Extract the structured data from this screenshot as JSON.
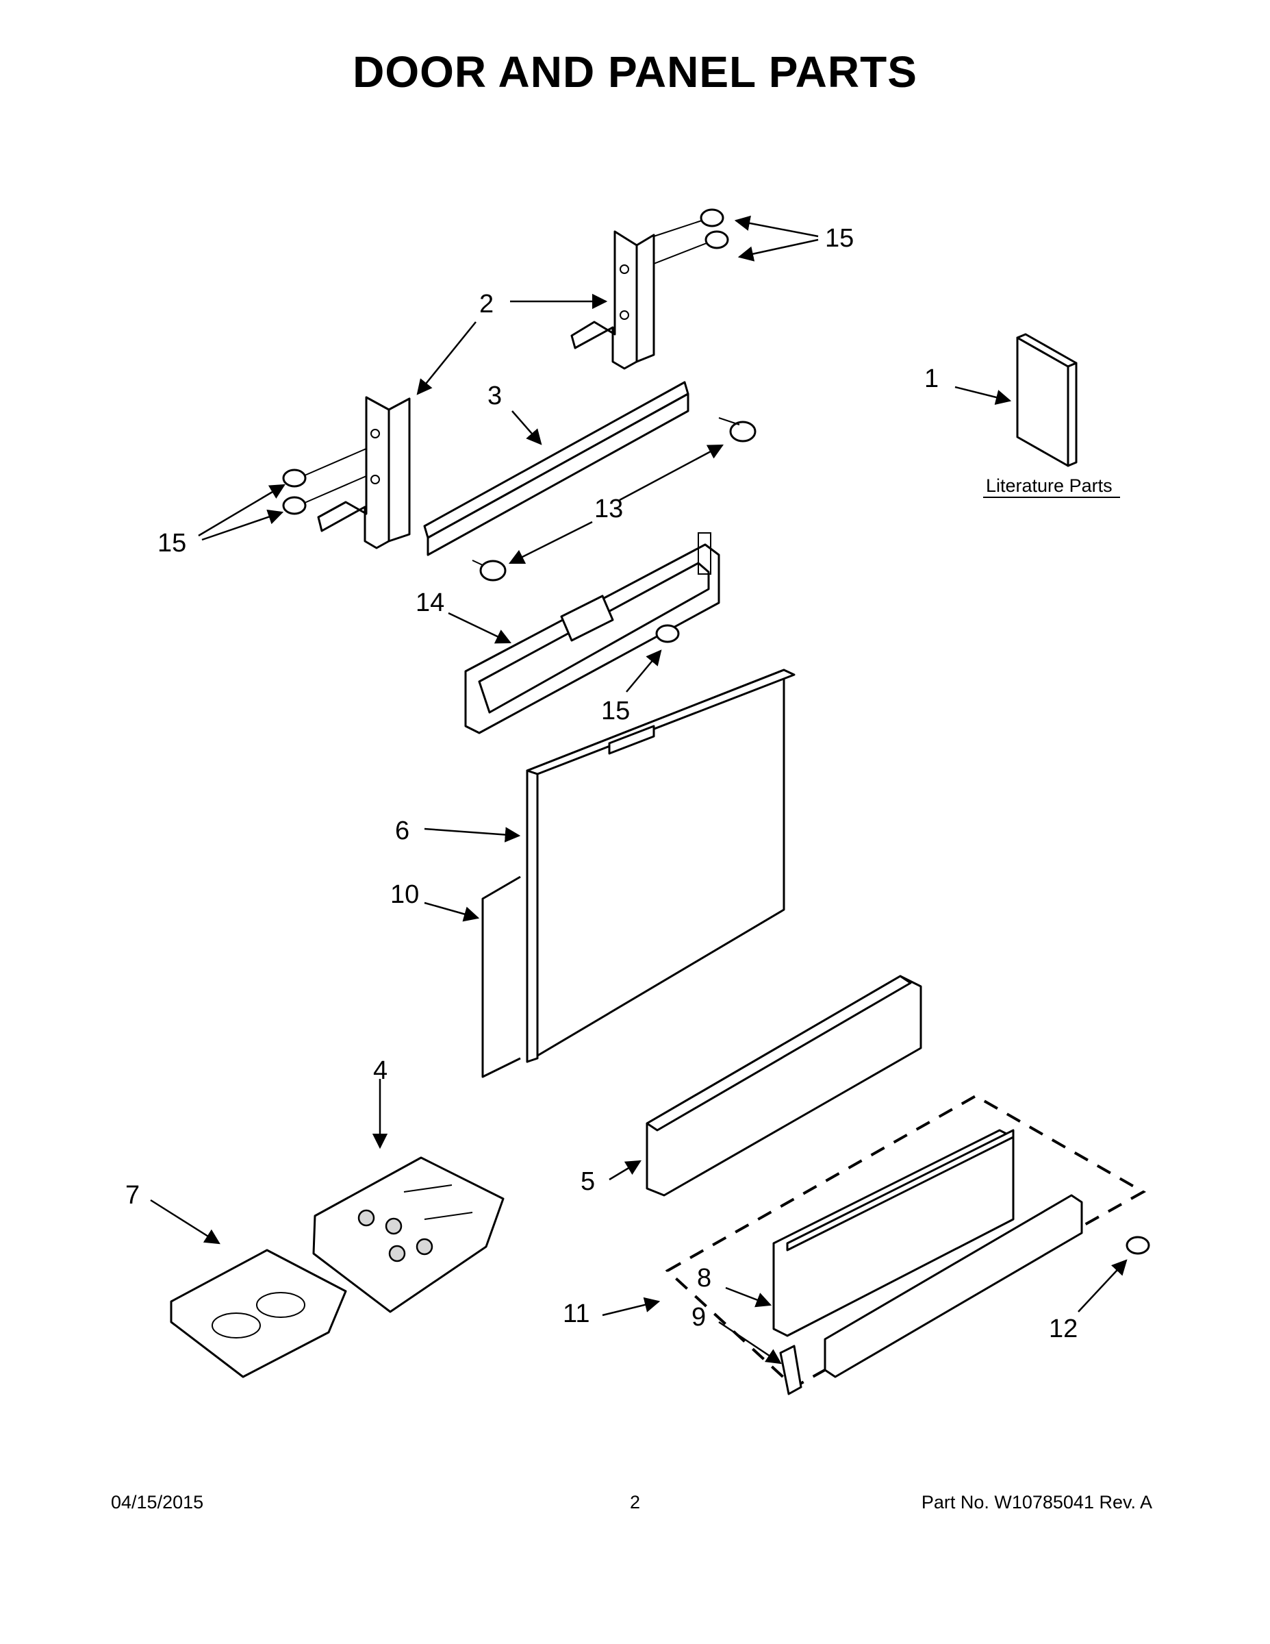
{
  "page": {
    "title": "DOOR AND PANEL PARTS",
    "footer": {
      "date": "04/15/2015",
      "page_number": "2",
      "part_number": "Part No.  W10785041  Rev.  A"
    }
  },
  "diagram": {
    "literature_label": "Literature Parts",
    "callouts": {
      "c1": "1",
      "c2": "2",
      "c3": "3",
      "c4": "4",
      "c5": "5",
      "c6": "6",
      "c7": "7",
      "c8": "8",
      "c9": "9",
      "c10": "10",
      "c11": "11",
      "c12": "12",
      "c13": "13",
      "c14": "14",
      "c15_top": "15",
      "c15_left": "15",
      "c15_mid": "15"
    }
  }
}
